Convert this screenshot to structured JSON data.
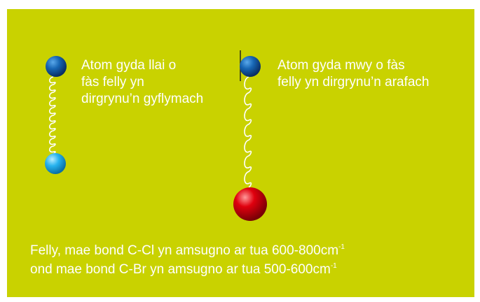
{
  "colors": {
    "background": "#c9d200",
    "text": "#ffffff",
    "atom_dark_blue": "#1766b4",
    "atom_light_blue": "#27b3ef",
    "atom_red": "#e0000e",
    "spring": "#ffffff"
  },
  "labels": {
    "light_atom": {
      "line1": "Atom gyda llai o",
      "line2": "fàs felly yn",
      "line3": "dirgrynu’n gyflymach"
    },
    "heavy_atom": {
      "line1": "Atom gyda mwy o fàs",
      "line2": "felly yn dirgrynu’n arafach"
    }
  },
  "conclusion": {
    "line1_text": "Felly, mae bond C-Cl yn amsugno ar tua 600-800cm",
    "line1_sup": "-1",
    "line2_text": "ond mae bond C-Br yn amsugno ar tua 500-600cm",
    "line2_sup": "-1"
  }
}
